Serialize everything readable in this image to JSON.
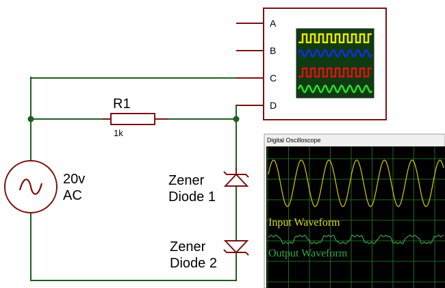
{
  "components": {
    "resistor": {
      "name": "R1",
      "value": "1k"
    },
    "source": {
      "voltage": "20v",
      "type": "AC"
    },
    "zener1": {
      "line1": "Zener",
      "line2": "Diode 1"
    },
    "zener2": {
      "line1": "Zener",
      "line2": "Diode 2"
    }
  },
  "scope_symbol": {
    "channels": [
      "A",
      "B",
      "C",
      "D"
    ]
  },
  "oscilloscope_window": {
    "title": "Digital Oscilloscope",
    "input_label": "Input Waveform",
    "output_label": "Output Waveform"
  },
  "colors": {
    "wire": "#1f5e1f",
    "component": "#7a1010",
    "input_trace": "#d8d000",
    "output_trace": "#2ea84a",
    "screen_bg": "#000000",
    "grid": "#1f6a1f"
  }
}
